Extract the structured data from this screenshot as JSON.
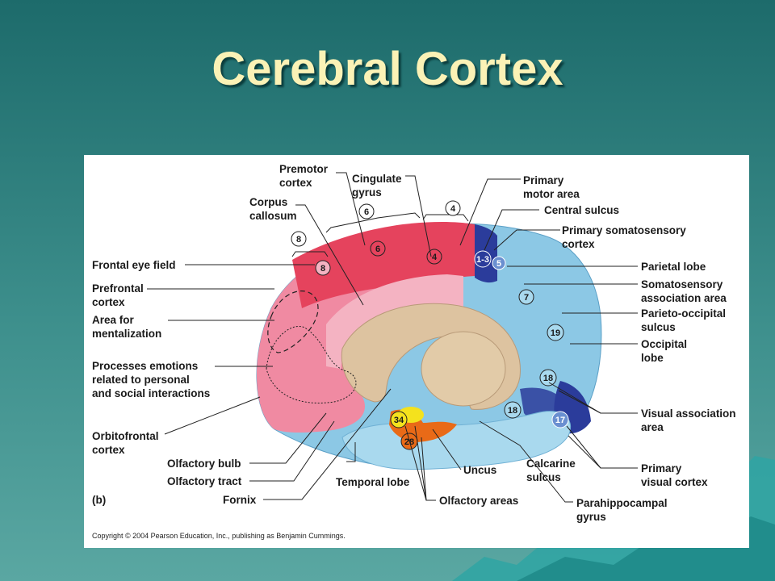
{
  "slide": {
    "title": "Cerebral Cortex"
  },
  "figure": {
    "panel_label": "(b)",
    "copyright": "Copyright © 2004 Pearson Education, Inc., publishing as Benjamin Cummings.",
    "colors": {
      "motor": "#e8455c",
      "prefrontal": "#ef8aa0",
      "sensory": "#7fc6e6",
      "primary_sensory": "#2b3c9b",
      "corpus_callosum": "#dcc3a0",
      "olfactory": "#e96a17",
      "uncus": "#f4e21d"
    },
    "labels": {
      "premotor": [
        "Premotor",
        "cortex"
      ],
      "cingulate": [
        "Cingulate",
        "gyrus"
      ],
      "primary_motor": [
        "Primary",
        "motor area"
      ],
      "corpus": [
        "Corpus",
        "callosum"
      ],
      "central_sulcus": "Central sulcus",
      "primary_somato": [
        "Primary somatosensory",
        "cortex"
      ],
      "frontal_eye": "Frontal eye field",
      "parietal": "Parietal lobe",
      "prefrontal": [
        "Prefrontal",
        "cortex"
      ],
      "somato_assoc": [
        "Somatosensory",
        "association area"
      ],
      "mentalization": [
        "Area for",
        "mentalization"
      ],
      "parieto_occ": [
        "Parieto-occipital",
        "sulcus"
      ],
      "emotions": [
        "Processes emotions",
        "related to personal",
        "and social interactions"
      ],
      "occipital": [
        "Occipital",
        "lobe"
      ],
      "visual_assoc": [
        "Visual association",
        "area"
      ],
      "orbitofrontal": [
        "Orbitofrontal",
        "cortex"
      ],
      "olfactory_bulb": "Olfactory bulb",
      "calcarine": [
        "Calcarine",
        "sulcus"
      ],
      "uncus": "Uncus",
      "primary_visual": [
        "Primary",
        "visual cortex"
      ],
      "olfactory_tract": "Olfactory tract",
      "temporal": "Temporal lobe",
      "fornix": "Fornix",
      "olfactory_areas": "Olfactory areas",
      "parahippocampal": [
        "Parahippocampal",
        "gyrus"
      ]
    },
    "area_numbers": {
      "n8_top": "8",
      "n6_top": "6",
      "n4_top": "4",
      "n8": "8",
      "n6": "6",
      "n4": "4",
      "n13": "1-3",
      "n5": "5",
      "n7": "7",
      "n19": "19",
      "n18a": "18",
      "n18b": "18",
      "n17": "17",
      "n34": "34",
      "n28": "28"
    }
  }
}
